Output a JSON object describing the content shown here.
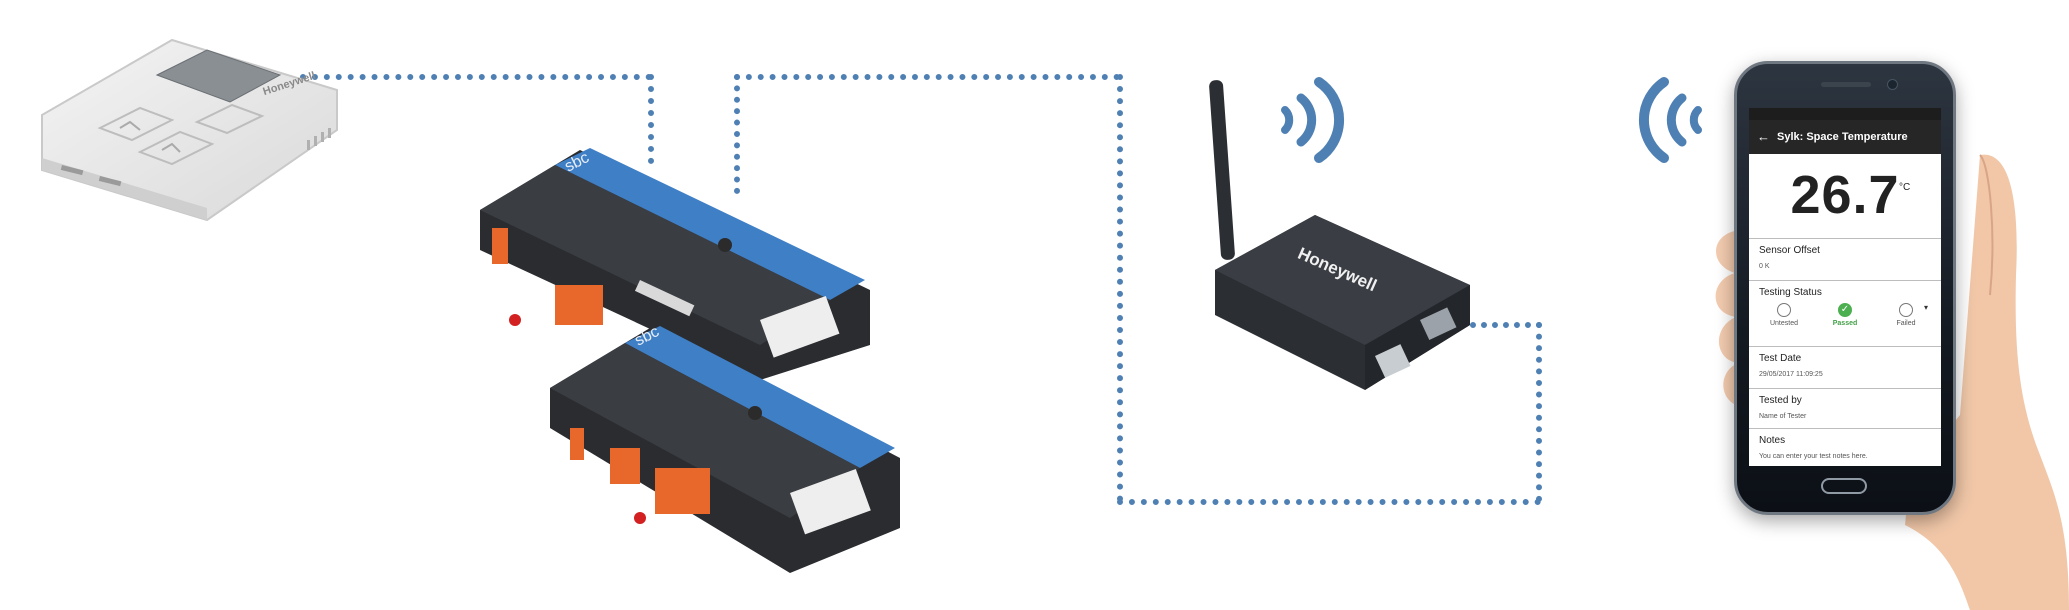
{
  "colors": {
    "connector": "#4f80b4",
    "wifi": "#4f80b4",
    "controller_blue": "#3f7fc6",
    "terminal_orange": "#e8672b",
    "gateway_body": "#2b2e33",
    "passed_green": "#4caf50"
  },
  "thermostat": {
    "brand": "Honeywell"
  },
  "controllers": {
    "brand_label": "sbc",
    "count": 2
  },
  "gateway": {
    "brand": "Honeywell"
  },
  "icons": [
    "wifi-waves-icon",
    "wifi-waves-icon",
    "antenna-icon",
    "back-arrow-icon",
    "radio-empty-icon",
    "radio-check-icon",
    "chevron-down-icon"
  ],
  "phone": {
    "app_title": "Sylk: Space Temperature",
    "temperature": {
      "value": "26.7",
      "unit": "°C"
    },
    "sensor_offset": {
      "label": "Sensor Offset",
      "value": "0   K"
    },
    "testing_status": {
      "label": "Testing Status",
      "options": [
        {
          "label": "Untested",
          "selected": false
        },
        {
          "label": "Passed",
          "selected": true
        },
        {
          "label": "Failed",
          "selected": false
        }
      ]
    },
    "test_date": {
      "label": "Test Date",
      "value": "29/05/2017 11:09:25"
    },
    "tested_by": {
      "label": "Tested by",
      "placeholder": "Name of Tester"
    },
    "notes": {
      "label": "Notes",
      "placeholder": "You can enter your test notes here."
    }
  }
}
